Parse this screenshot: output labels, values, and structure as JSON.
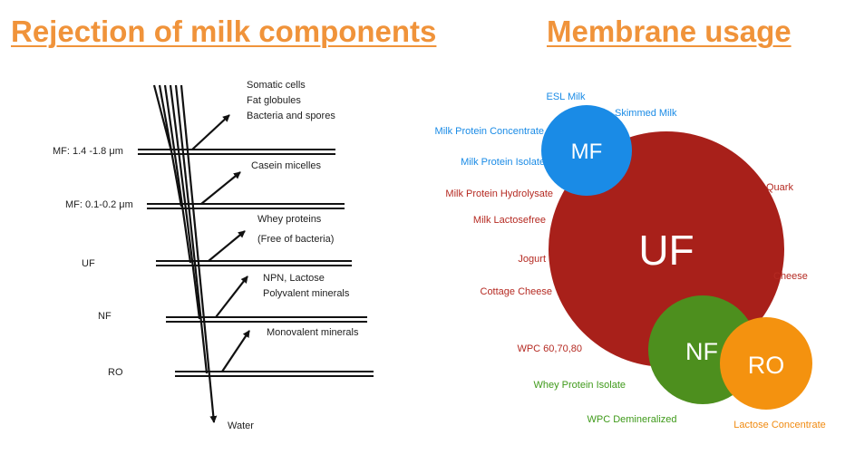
{
  "titles": {
    "rejection": "Rejection of milk components",
    "usage": "Membrane usage"
  },
  "rejection_diagram": {
    "stages": [
      {
        "label": "MF: 1.4 -1.8 μm",
        "retained": [
          "Somatic cells",
          "Fat globules",
          "Bacteria and spores"
        ]
      },
      {
        "label": "MF: 0.1-0.2 μm",
        "retained": [
          "Casein  micelles"
        ]
      },
      {
        "label": "UF",
        "retained": [
          "Whey proteins",
          "(Free of bacteria)"
        ]
      },
      {
        "label": "NF",
        "retained": [
          "NPN, Lactose",
          "Polyvalent minerals"
        ]
      },
      {
        "label": "RO",
        "retained": [
          "Monovalent minerals"
        ]
      }
    ],
    "permeate": "Water"
  },
  "usage_diagram": {
    "bubbles": [
      {
        "name": "UF",
        "color": "#a8201a"
      },
      {
        "name": "MF",
        "color": "#1a8be6"
      },
      {
        "name": "NF",
        "color": "#4d8f1e"
      },
      {
        "name": "RO",
        "color": "#f4920f"
      }
    ],
    "applications": {
      "mf": [
        "ESL Milk",
        "Skimmed Milk",
        "Milk Protein Concentrate",
        "Milk Protein Isolate"
      ],
      "uf": [
        "Milk Protein Hydrolysate",
        "Quark",
        "Milk Lactosefree",
        "Jogurt",
        "Cheese",
        "Cottage Cheese",
        "WPC 60,70,80"
      ],
      "nf": [
        "Whey Protein Isolate",
        "WPC Demineralized"
      ],
      "ro": [
        "Lactose Concentrate"
      ]
    },
    "label_colors": {
      "mf": "#1a8be6",
      "uf": "#b52a22",
      "nf": "#3f9a1a",
      "ro": "#f08a10"
    }
  }
}
